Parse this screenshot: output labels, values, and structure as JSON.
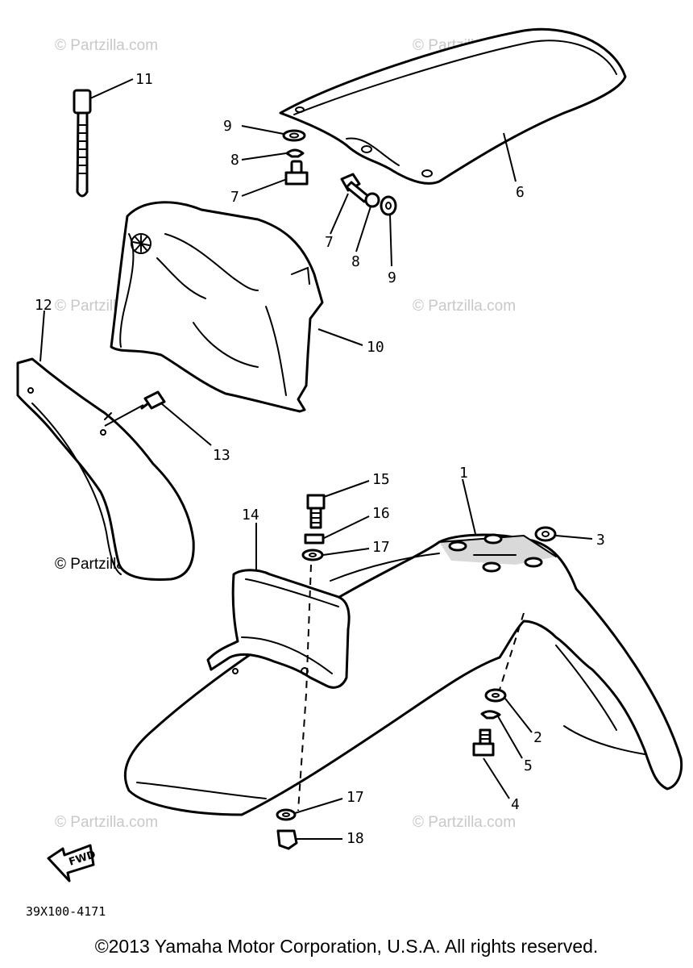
{
  "diagram": {
    "callouts": [
      "1",
      "2",
      "3",
      "4",
      "5",
      "6",
      "7",
      "8",
      "9",
      "10",
      "11",
      "12",
      "13",
      "14",
      "15",
      "16",
      "17",
      "18"
    ],
    "callouts_repeated": {
      "seven_b": "7",
      "eight_b": "8",
      "nine_b": "9",
      "seventeen_b": "17"
    },
    "watermark": "© Partzilla.com",
    "diagram_code": "39X100-4171",
    "fwd_label": "FWD"
  },
  "footer": {
    "copyright": "©2013 Yamaha Motor Corporation, U.S.A. All rights reserved."
  }
}
